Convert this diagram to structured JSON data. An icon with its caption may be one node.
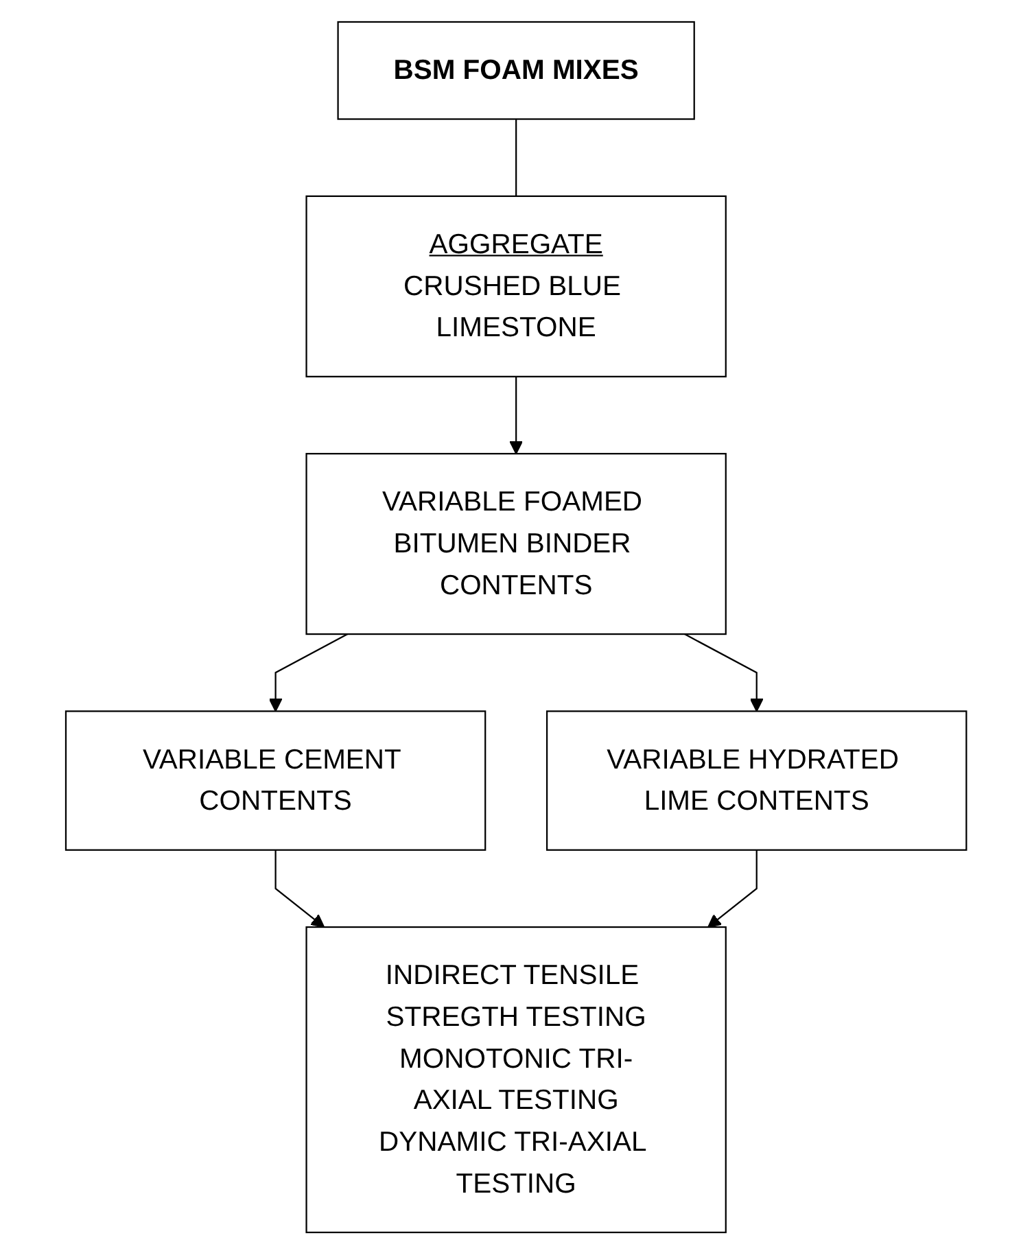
{
  "diagram": {
    "nodes": [
      {
        "text": [
          "BSM FOAM MIXES"
        ]
      },
      {
        "text": [
          "AGGREGATE",
          "CRUSHED BLUE LIMESTONE"
        ]
      },
      {
        "text": [
          "VARIABLE FOAMED BITUMEN BINDER CONTENTS"
        ]
      },
      {
        "text": [
          "VARIABLE CEMENT CONTENTS"
        ]
      },
      {
        "text": [
          "VARIABLE HYDRATED LIME CONTENTS"
        ]
      },
      {
        "text": [
          "INDIRECT TENSILE STREGTH TESTING",
          "MONOTONIC TRI-AXIAL TESTING",
          "DYNAMIC TRI-AXIAL TESTING"
        ]
      }
    ],
    "edges": [
      {
        "from": 0,
        "to": 1,
        "arrow": "none"
      },
      {
        "from": 1,
        "to": 2,
        "arrow": "to"
      },
      {
        "from": 2,
        "to": 3,
        "arrow": "to"
      },
      {
        "from": 2,
        "to": 4,
        "arrow": "to"
      },
      {
        "from": 3,
        "to": 5,
        "arrow": "to"
      },
      {
        "from": 4,
        "to": 5,
        "arrow": "to"
      }
    ]
  }
}
